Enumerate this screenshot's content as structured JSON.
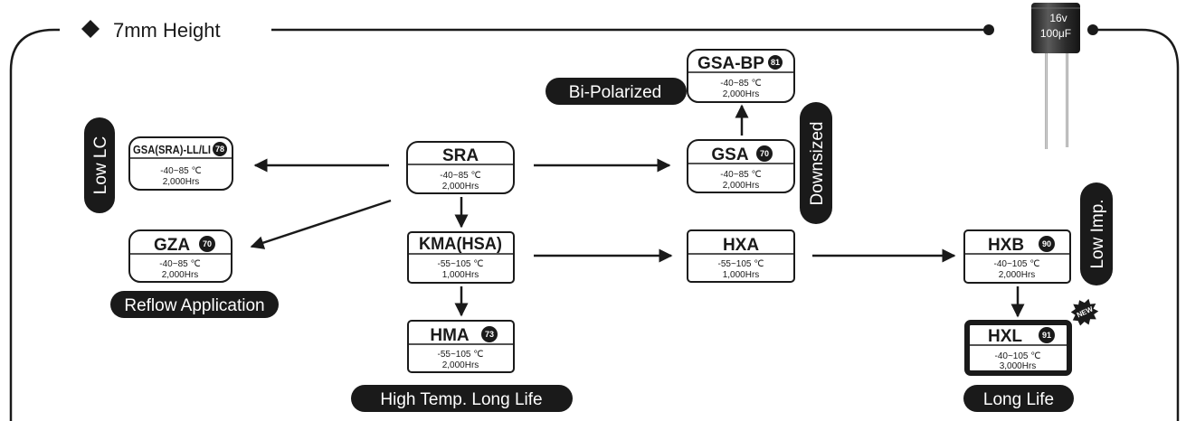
{
  "header": {
    "title": "7mm Height",
    "bullet_icon": "diamond-icon"
  },
  "capacitor": {
    "voltage": "16v",
    "capacitance": "100μF"
  },
  "boxes": {
    "gsa_sra_ll": {
      "title": "GSA(SRA)-LL/LI",
      "badge": "78",
      "temp": "-40~85 ℃",
      "life": "2,000Hrs"
    },
    "sra": {
      "title": "SRA",
      "badge": "",
      "temp": "-40~85 ℃",
      "life": "2,000Hrs"
    },
    "gza": {
      "title": "GZA",
      "badge": "70",
      "temp": "-40~85 ℃",
      "life": "2,000Hrs"
    },
    "kma": {
      "title": "KMA(HSA)",
      "badge": "",
      "temp": "-55~105 ℃",
      "life": "1,000Hrs"
    },
    "hma": {
      "title": "HMA",
      "badge": "73",
      "temp": "-55~105 ℃",
      "life": "2,000Hrs"
    },
    "gsa_bp": {
      "title": "GSA-BP",
      "badge": "81",
      "temp": "-40~85 ℃",
      "life": "2,000Hrs"
    },
    "gsa": {
      "title": "GSA",
      "badge": "70",
      "temp": "-40~85 ℃",
      "life": "2,000Hrs"
    },
    "hxa": {
      "title": "HXA",
      "badge": "",
      "temp": "-55~105 ℃",
      "life": "1,000Hrs"
    },
    "hxb": {
      "title": "HXB",
      "badge": "90",
      "temp": "-40~105 ℃",
      "life": "2,000Hrs"
    },
    "hxl": {
      "title": "HXL",
      "badge": "91",
      "temp": "-40~105 ℃",
      "life": "3,000Hrs"
    }
  },
  "labels": {
    "low_lc": "Low LC",
    "reflow": "Reflow Application",
    "high_temp": "High Temp. Long Life",
    "bi_polarized": "Bi-Polarized",
    "downsized": "Downsized",
    "low_imp": "Low Imp.",
    "long_life": "Long Life",
    "new_badge": "NEW"
  },
  "colors": {
    "ink": "#1a1a1a",
    "background": "#ffffff",
    "capacitor_body": "#3a3a3a"
  }
}
